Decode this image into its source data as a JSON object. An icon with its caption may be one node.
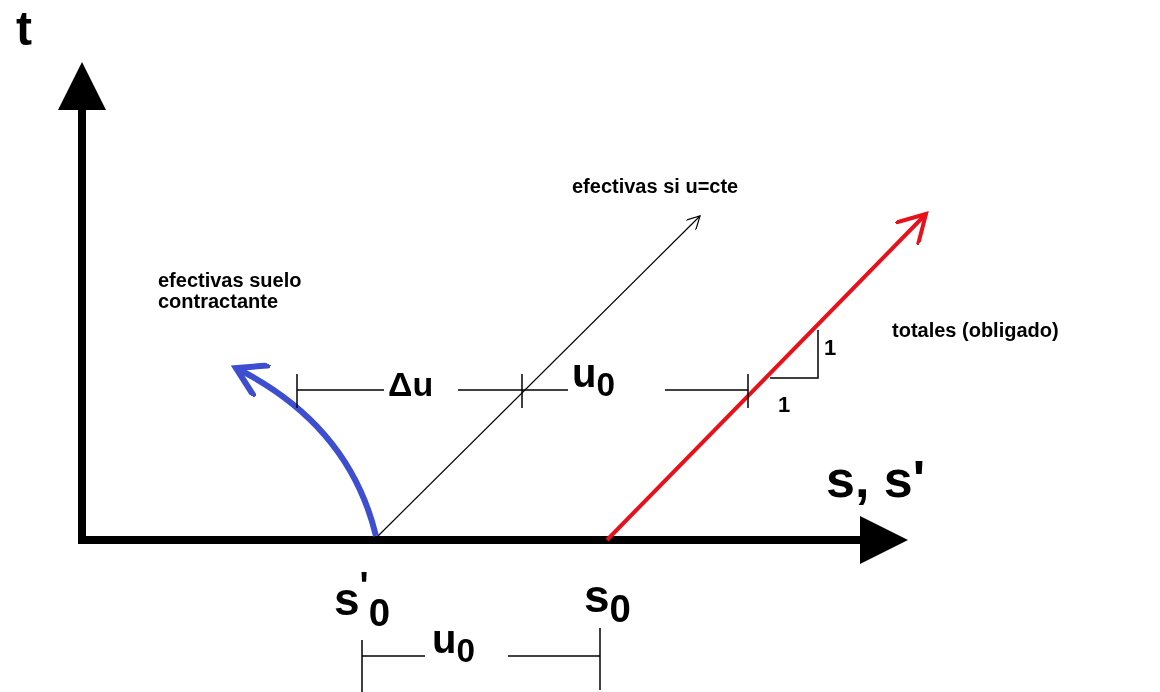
{
  "diagram": {
    "labels": [
      "t",
      "efectivas si u=cte",
      "efectivas suelo contractante",
      "totales (obligado)",
      "Δu",
      "u$_{0}$",
      "1",
      "1",
      "s, s'",
      "s$^{'}$$_{0}$",
      "s$_{0}$",
      "u$_{0}$"
    ]
  }
}
